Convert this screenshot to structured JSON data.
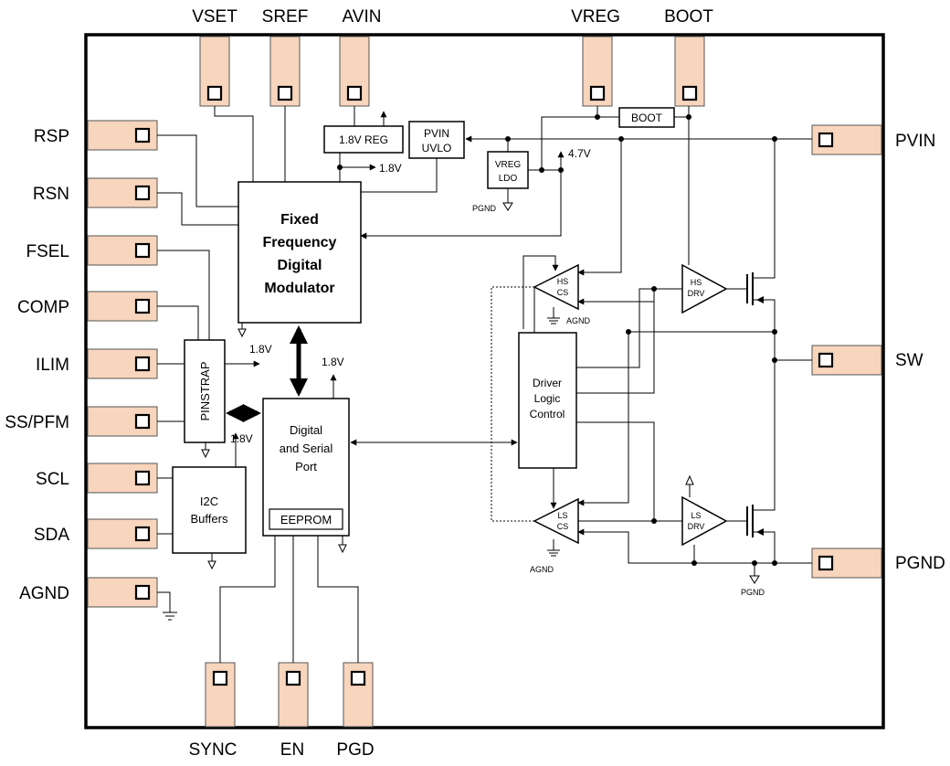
{
  "pins": {
    "top": [
      "VSET",
      "SREF",
      "AVIN",
      "VREG",
      "BOOT"
    ],
    "left": [
      "RSP",
      "RSN",
      "FSEL",
      "COMP",
      "ILIM",
      "SS/PFM",
      "SCL",
      "SDA",
      "AGND"
    ],
    "right": [
      "PVIN",
      "SW",
      "PGND"
    ],
    "bottom": [
      "SYNC",
      "EN",
      "PGD"
    ]
  },
  "blocks": {
    "modulator": [
      "Fixed",
      "Frequency",
      "Digital",
      "Modulator"
    ],
    "digital_port": [
      "Digital",
      "and Serial",
      "Port"
    ],
    "eeprom": "EEPROM",
    "pinstrap": "PINSTRAP",
    "i2c": [
      "I2C",
      "Buffers"
    ],
    "reg18": "1.8V REG",
    "pvin_uvlo": [
      "PVIN",
      "UVLO"
    ],
    "vreg_ldo": [
      "VREG",
      "LDO"
    ],
    "boot": "BOOT",
    "driver_logic": [
      "Driver",
      "Logic",
      "Control"
    ],
    "hs_cs": [
      "HS",
      "CS"
    ],
    "ls_cs": [
      "LS",
      "CS"
    ],
    "hs_drv": [
      "HS",
      "DRV"
    ],
    "ls_drv": [
      "LS",
      "DRV"
    ]
  },
  "labels": {
    "v18_reg": "1.8V",
    "v18_pinstrap": "1.8V",
    "v18_digital": "1.8V",
    "v18_i2c": "1.8V",
    "v47": "4.7V",
    "pgnd_ldo": "PGND",
    "pgnd_out": "PGND",
    "agnd_hs": "AGND",
    "agnd_ls": "AGND"
  }
}
